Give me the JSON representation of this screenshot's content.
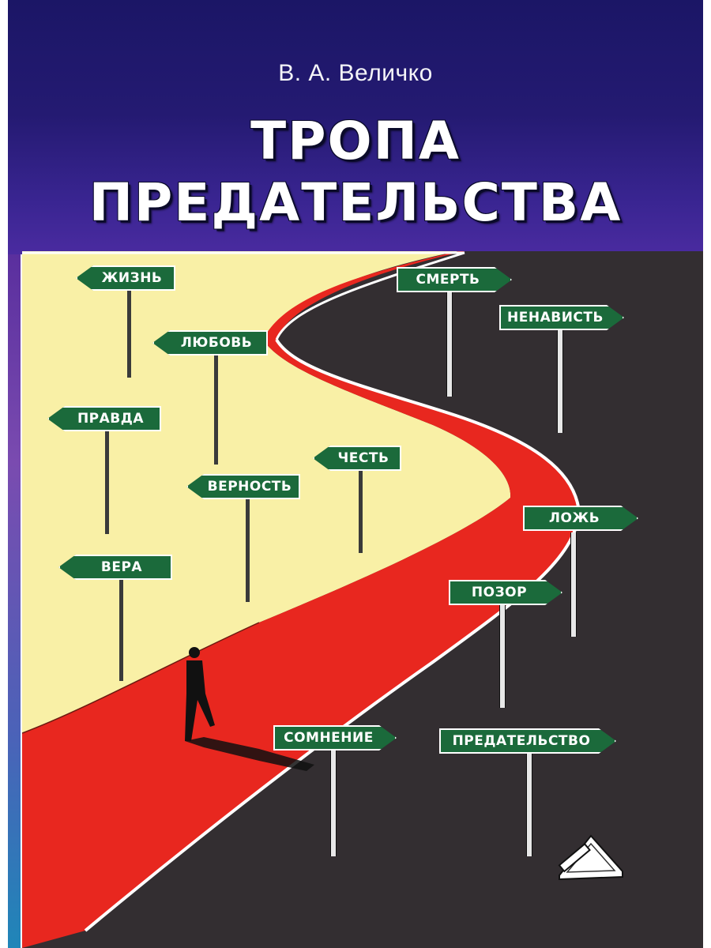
{
  "cover": {
    "author": "В. А. Величко",
    "title_line1": "ТРОПА",
    "title_line2": "ПРЕДАТЕЛЬСТВА",
    "colors": {
      "top_gradient_start": "#1b1666",
      "top_gradient_end": "#4a2ba0",
      "light_field": "#f9f0a6",
      "road": "#e8271f",
      "dark_field": "#332e31",
      "sign_green": "#1b6a3b"
    }
  },
  "signs_left": [
    {
      "label": "ЖИЗНЬ"
    },
    {
      "label": "ЛЮБОВЬ"
    },
    {
      "label": "ПРАВДА"
    },
    {
      "label": "ЧЕСТЬ"
    },
    {
      "label": "ВЕРНОСТЬ"
    },
    {
      "label": "ВЕРА"
    }
  ],
  "signs_right": [
    {
      "label": "СМЕРТЬ"
    },
    {
      "label": "НЕНАВИСТЬ"
    },
    {
      "label": "ЛОЖЬ"
    },
    {
      "label": "ПОЗОР"
    },
    {
      "label": "СОМНЕНИЕ"
    },
    {
      "label": "ПРЕДАТЕЛЬСТВО"
    }
  ],
  "publisher_logo": "triangle-ruler-logo"
}
